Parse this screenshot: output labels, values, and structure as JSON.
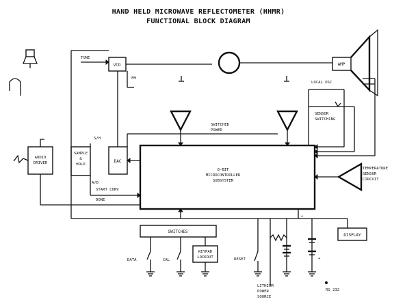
{
  "title_line1": "HAND HELD MICROWAVE REFLECTOMETER (HHMR)",
  "title_line2": "FUNCTIONAL BLOCK DIAGRAM",
  "blocks": {
    "vco": "VCO",
    "amp": "AMP",
    "audio_driver_l1": "AUDIO",
    "audio_driver_l2": "DRIVER",
    "sample_hold_l1": "SAMPLE",
    "sample_hold_l2": "&",
    "sample_hold_l3": "HOLD",
    "dac": "DAC",
    "mcu_l1": "8-BIT",
    "mcu_l2": "MICROCONTROLLER",
    "mcu_l3": "SUBSYSTEM",
    "switches_bus": "SWITCHES",
    "keypad_l1": "KEYPAD",
    "keypad_l2": "LOCKOUT",
    "display": "DISPLAY"
  },
  "labels": {
    "tune": "TUNE",
    "fm": "FM",
    "switched_power_l1": "SWITCHED",
    "switched_power_l2": "POWER",
    "s_h": "S/H",
    "a_d": "A/D",
    "start_conv": "START CONV",
    "done": "DONE",
    "local_osc": "LOCAL OSC",
    "sensor_switch_l1": "SENSOR",
    "sensor_switch_l2": "SWITCHING",
    "temp_sensor_l1": "TEMPERATURE",
    "temp_sensor_l2": "SENSOR",
    "temp_sensor_l3": "CIRCUIT",
    "data": "DATA",
    "cal": "CAL",
    "reset": "RESET",
    "batt_l1": "LITHIUM",
    "batt_l2": "POWER",
    "batt_l3": "SOURCE",
    "plus": "+",
    "rs232": "RS 232"
  }
}
